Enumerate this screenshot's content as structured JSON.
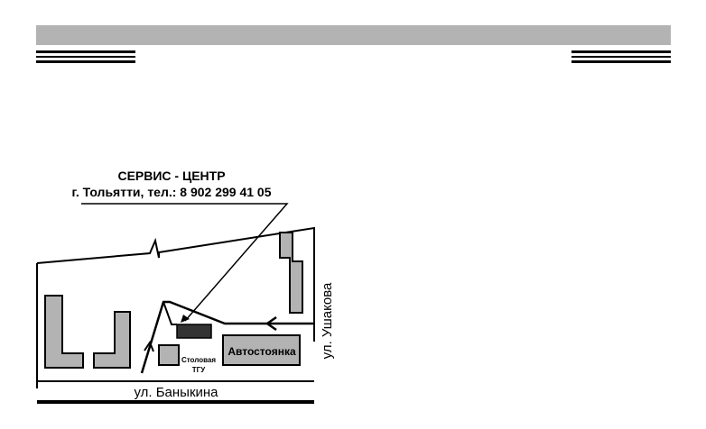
{
  "header": {
    "bar_color": "#b3b3b3"
  },
  "map": {
    "title_line1": "СЕРВИС - ЦЕНТР",
    "title_line2": "г. Тольятти, тел.: 8 902 299 41 05",
    "street_bottom": "ул. Баныкина",
    "street_right": "ул. Ушакова",
    "parking_label": "Автостоянка",
    "canteen_label_line1": "Столовая",
    "canteen_label_line2": "ТГУ"
  }
}
